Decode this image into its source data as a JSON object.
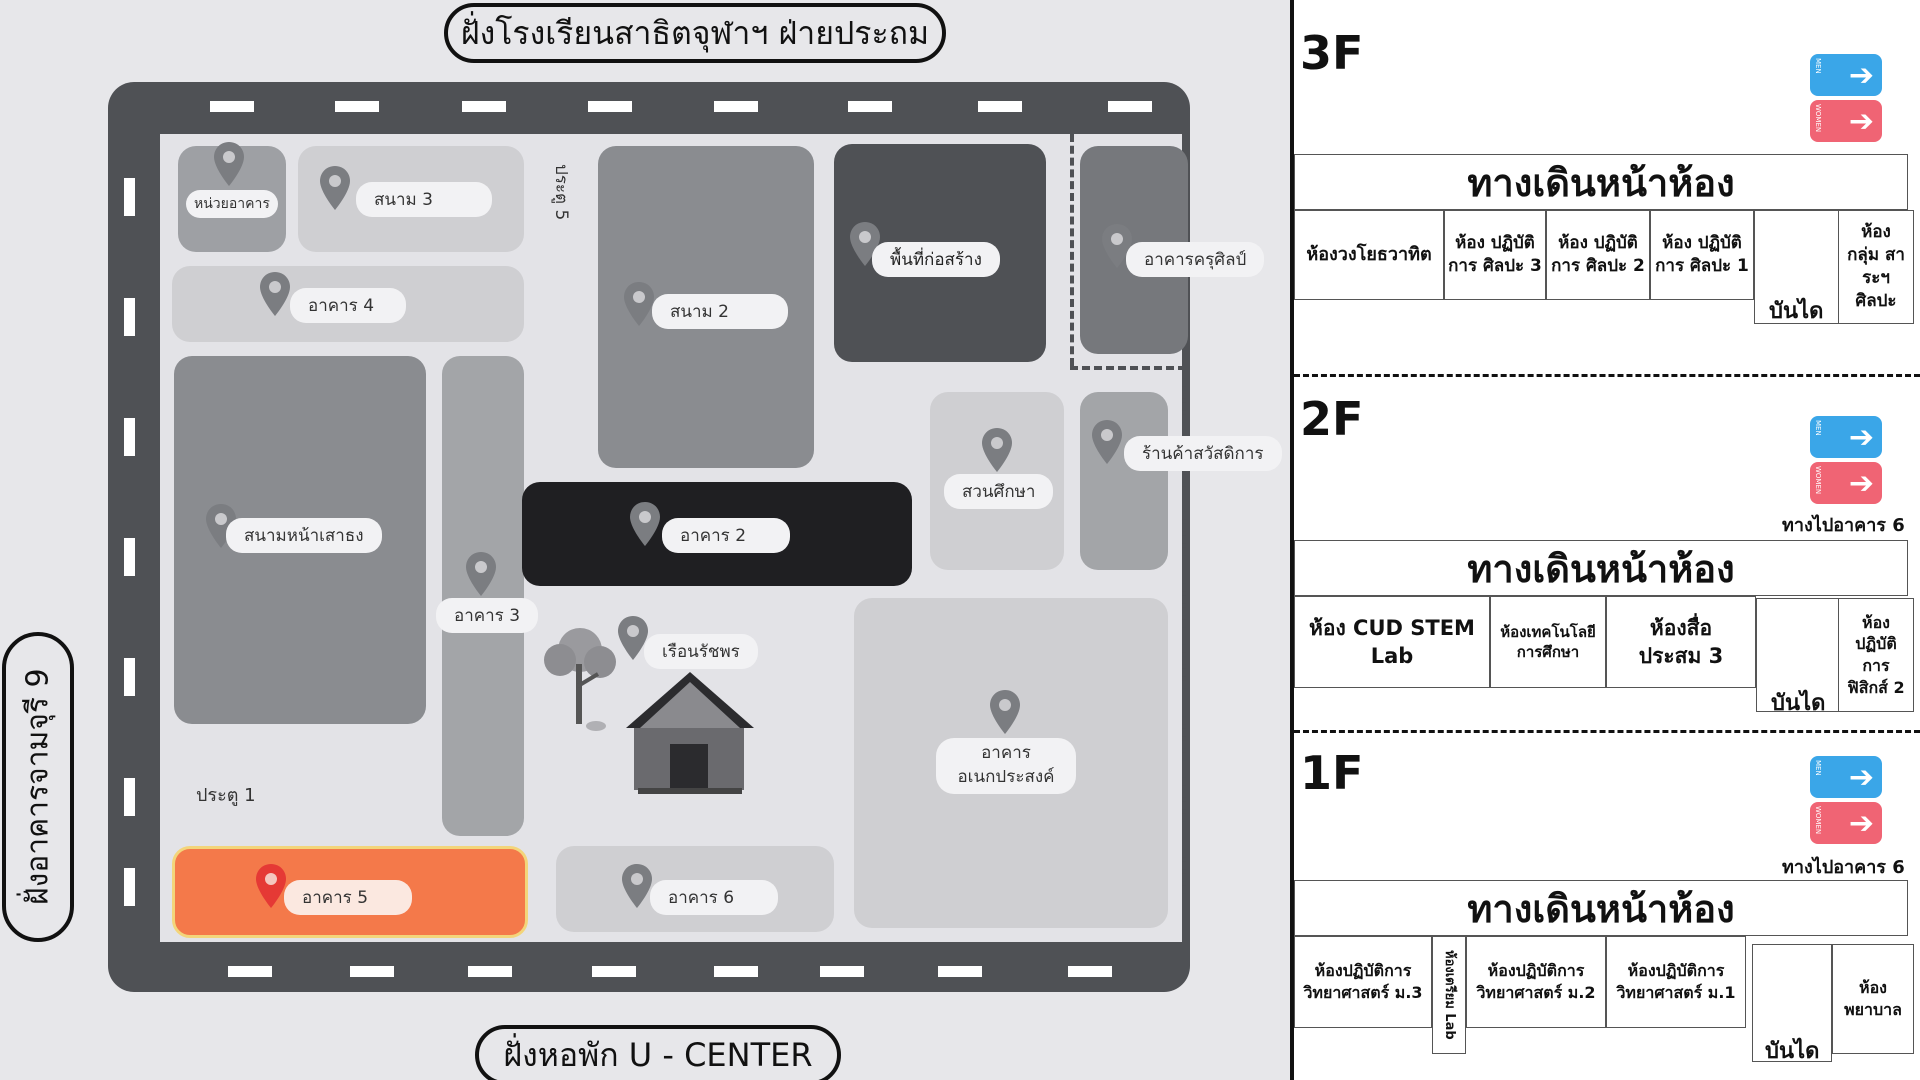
{
  "map": {
    "top_label": "ฝั่งโรงเรียนสาธิตจุฬาฯ ฝ่ายประถม",
    "bottom_label": "ฝั่งหอพัก U - CENTER",
    "left_label": "ฝั่งอาคารจามจุรี 9",
    "places": {
      "unit": "หน่วยอาคาร",
      "field3": "สนาม 3",
      "bldg4": "อาคาร 4",
      "gate5": "ประตู 5",
      "field2": "สนาม 2",
      "construction": "พื้นที่ก่อสร้าง",
      "art_teacher": "อาคารครุศิลป์",
      "welfare_shop": "ร้านค้าสวัสดิการ",
      "edu_garden": "สวนศึกษา",
      "flag_field": "สนามหน้าเสาธง",
      "bldg2": "อาคาร 2",
      "bldg3": "อาคาร 3",
      "ruen": "เรือนรัชพร",
      "aneka_l1": "อาคาร",
      "aneka_l2": "อเนกประสงค์",
      "gate1": "ประตู 1",
      "bldg5": "อาคาร 5",
      "bldg6": "อาคาร 6"
    },
    "highlight_color": "#f4794a",
    "highlight_pin_color": "#e53935"
  },
  "floors": {
    "corridor": "ทางเดินหน้าห้อง",
    "stairs": "บันได",
    "to_building6": "ทางไปอาคาร 6",
    "wc_men": "MEN",
    "wc_women": "WOMEN",
    "f3": {
      "title": "3F",
      "rooms": [
        "ห้องวงโยธวาทิต",
        "ห้อง ปฏิบัติการ ศิลปะ 3",
        "ห้อง ปฏิบัติการ ศิลปะ 2",
        "ห้อง ปฏิบัติการ ศิลปะ 1",
        "ห้อง กลุ่ม สาระฯ ศิลปะ"
      ]
    },
    "f2": {
      "title": "2F",
      "rooms": [
        "ห้อง CUD STEM Lab",
        "ห้องเทคโนโลยี การศึกษา",
        "ห้องสื่อ ประสม 3",
        "ห้อง ปฏิบัติ การ ฟิสิกส์ 2"
      ]
    },
    "f1": {
      "title": "1F",
      "rooms": [
        "ห้องปฏิบัติการ วิทยาศาสตร์ ม.3",
        "ห้องเตรียม Lab",
        "ห้องปฏิบัติการ วิทยาศาสตร์ ม.2",
        "ห้องปฏิบัติการ วิทยาศาสตร์ ม.1",
        "ห้อง พยาบาล"
      ]
    }
  }
}
